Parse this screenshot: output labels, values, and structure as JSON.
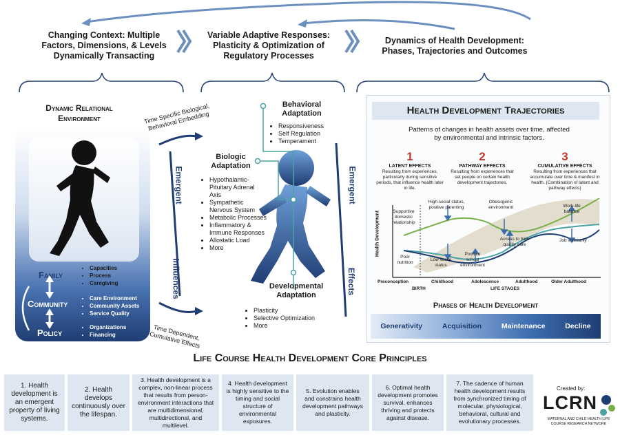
{
  "top": {
    "col1_title": "Changing Context: Multiple Factors, Dimensions, & Levels Dynamically Transacting",
    "col2_title": "Variable Adaptive Responses: Plasticity & Optimization of Regulatory Processes",
    "col3_title": "Dynamics of Health Development: Phases, Trajectories and Outcomes"
  },
  "environment": {
    "title": "Dynamic Relational Environment",
    "family": {
      "label": "Family",
      "items": [
        "Capacities",
        "Process",
        "Caregiving"
      ]
    },
    "community": {
      "label": "Community",
      "items": [
        "Care Environment",
        "Community Assets",
        "Service Quality"
      ]
    },
    "policy": {
      "label": "Policy",
      "items": [
        "Organizations",
        "Financing"
      ]
    }
  },
  "flow": {
    "time_specific": "Time Specific Biological, Behavioral Embedding",
    "time_dependent": "Time Dependent, Cumulative Effects",
    "emergent": "Emergent",
    "influences": "Influences",
    "emergent2": "Emergent",
    "effects": "Effects"
  },
  "adaptation": {
    "behavioral": {
      "title": "Behavioral Adaptation",
      "items": [
        "Responsiveness",
        "Self Regulation",
        "Temperament"
      ]
    },
    "biologic": {
      "title": "Biologic Adaptation",
      "items": [
        "Hypothalamic-Pituitary Adrenal Axis",
        "Sympathetic Nervous System",
        "Metabolic Processes",
        "Inflammatory & Immune Responses",
        "Allostatic Load",
        "More"
      ]
    },
    "developmental": {
      "title": "Developmental Adaptation",
      "items": [
        "Plasticity",
        "Selective Optimization",
        "More"
      ]
    }
  },
  "trajectories": {
    "title": "Health Development Trajectories",
    "subtitle": "Patterns of changes in health assets over time, affected by environmental and intrinsic factors.",
    "effects": [
      {
        "num": "1",
        "title": "LATENT EFFECTS",
        "desc": "Resulting from experiences, particularly during sensitive periods, that influence health later in life."
      },
      {
        "num": "2",
        "title": "PATHWAY EFFECTS",
        "desc": "Resulting from experiences that set people on certain health development trajectories."
      },
      {
        "num": "3",
        "title": "CUMULATIVE EFFECTS",
        "desc": "Resulting from experiences that accumulate over time & manifest in health. (Combination of latent and pathway effects)"
      }
    ]
  },
  "chart_data": {
    "type": "line",
    "ylabel": "Health Development",
    "xlabel": "LIFE STAGES",
    "birth_label": "BIRTH",
    "categories": [
      "Preconception",
      "Childhood",
      "Adolescence",
      "Adulthood",
      "Older Adulthood"
    ],
    "annotations": [
      "Supportive domestic relationship",
      "High social status, positive parenting",
      "Obesogenic environment",
      "Work-life balance",
      "Poor nutrition",
      "Low social status",
      "Positive school environment",
      "Access to high quality care",
      "Job insecurity"
    ]
  },
  "phases": {
    "title": "Phases of Health Development",
    "items": [
      "Generativity",
      "Acquisition",
      "Maintenance",
      "Decline"
    ]
  },
  "principles": {
    "title": "Life Course Health Development Core Principles",
    "items": [
      "1. Health development is an emergent property of living systems.",
      "2. Health develops continuously over the lifespan.",
      "3. Health development is a complex, non-linear process that results from person-environment interactions that are multidimensional, multidirectional, and multilevel.",
      "4. Health development is highly sensitive to the timing and social structure of environmental exposures.",
      "5. Evolution enables and constrains health development pathways and plasticity.",
      "6. Optimal health development promotes survival, enhances thriving and protects against disease.",
      "7. The cadence of human health development results from synchronized timing of molecular, physiological, behavioral, cultural and evolutionary processes."
    ]
  },
  "logo": {
    "created_by": "Created by:",
    "name": "LCRN",
    "sub": "MATERNAL AND CHILD HEALTH LIFE COURSE RESEARCH NETWORK"
  },
  "colors": {
    "navy": "#1f3d73",
    "blue": "#3c6cae",
    "light": "#dde6f1",
    "red": "#c0392b",
    "teal": "#4aa3a3",
    "green": "#7ab04a"
  }
}
